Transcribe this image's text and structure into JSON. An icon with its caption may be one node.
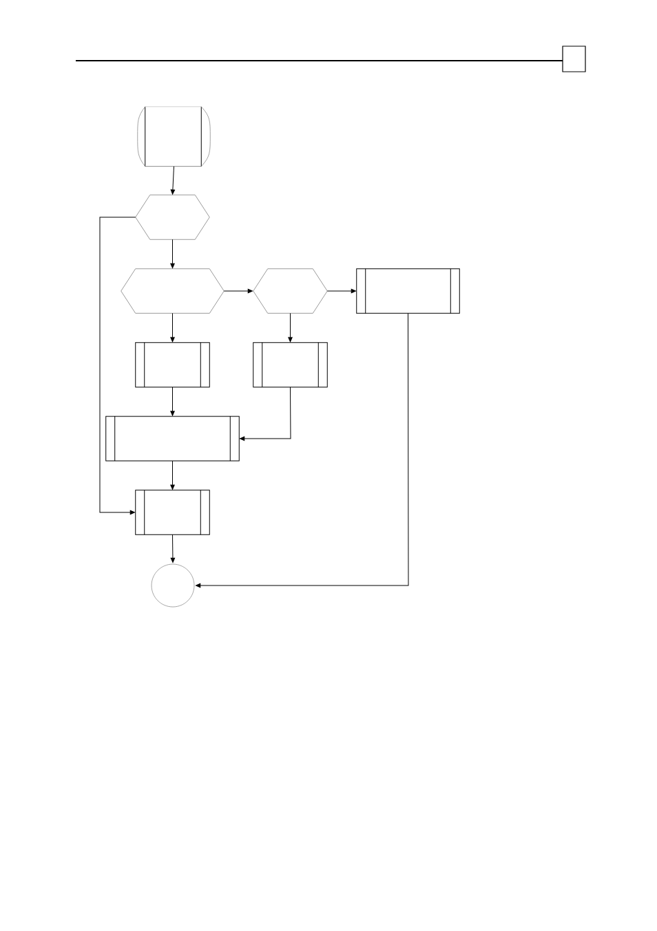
{
  "diagram": {
    "nodes": [
      {
        "text": [],
        "shape": "terminal"
      },
      {
        "text": [],
        "shape": "hexagon"
      },
      {
        "text": [],
        "shape": "hexagon"
      },
      {
        "text": [],
        "shape": "hexagon"
      },
      {
        "text": [],
        "shape": "box"
      },
      {
        "text": [],
        "shape": "box"
      },
      {
        "text": [],
        "shape": "box"
      },
      {
        "text": [],
        "shape": "box"
      },
      {
        "text": [],
        "shape": "box"
      },
      {
        "text": [],
        "shape": "circle"
      }
    ],
    "edges": [
      {
        "from": 0,
        "to": 1,
        "arrow": "to"
      },
      {
        "from": 1,
        "to": 2,
        "arrow": "to"
      },
      {
        "from": 1,
        "to": 8,
        "arrow": "to"
      },
      {
        "from": 2,
        "to": 3,
        "arrow": "to"
      },
      {
        "from": 3,
        "to": 4,
        "arrow": "to"
      },
      {
        "from": 2,
        "to": 5,
        "arrow": "to"
      },
      {
        "from": 3,
        "to": 6,
        "arrow": "to"
      },
      {
        "from": 5,
        "to": 7,
        "arrow": "to"
      },
      {
        "from": 6,
        "to": 7,
        "arrow": "to"
      },
      {
        "from": 7,
        "to": 8,
        "arrow": "to"
      },
      {
        "from": 8,
        "to": 9,
        "arrow": "to"
      },
      {
        "from": 4,
        "to": 9,
        "arrow": "to"
      }
    ]
  }
}
